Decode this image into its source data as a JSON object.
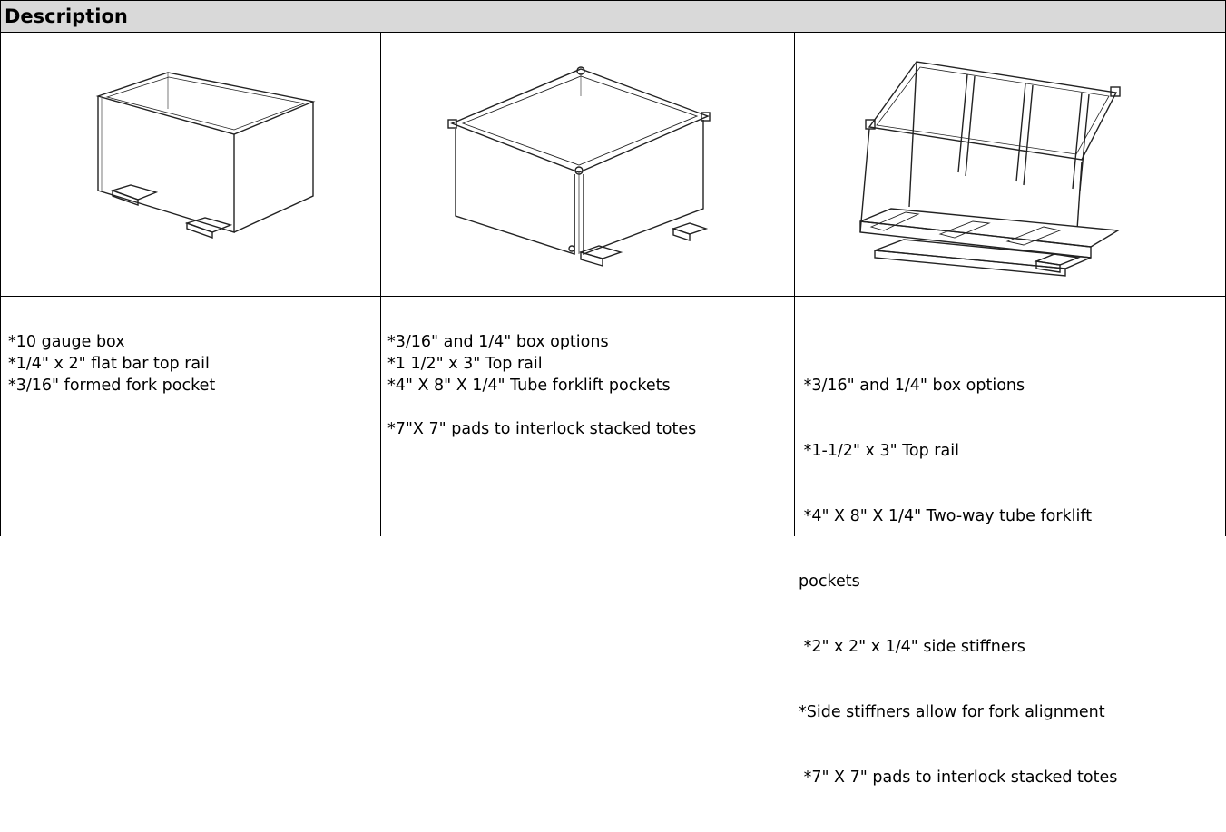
{
  "header": {
    "title": "Description"
  },
  "columns": [
    {
      "image_alt": "box-tote-drawing",
      "lines": [
        "*10 gauge box",
        "*1/4\" x 2\" flat bar top rail",
        "*3/16\" formed fork pocket"
      ]
    },
    {
      "image_alt": "tube-rail-tote-drawing",
      "lines": [
        "*3/16\" and 1/4\" box options",
        "*1 1/2\" x 3\" Top rail",
        "*4\" X 8\" X 1/4\" Tube forklift pockets",
        "",
        "*7\"X 7\" pads to interlock stacked totes"
      ]
    },
    {
      "image_alt": "stiffened-tote-drawing",
      "lines": [
        " *3/16\" and 1/4\" box options",
        " *1-1/2\" x 3\" Top rail",
        " *4\" X 8\" X 1/4\" Two-way tube forklift",
        "pockets",
        " *2\" x 2\" x 1/4\" side stiffners",
        "*Side stiffners allow for fork alignment",
        " *7\" X 7\" pads to interlock stacked totes"
      ]
    }
  ]
}
